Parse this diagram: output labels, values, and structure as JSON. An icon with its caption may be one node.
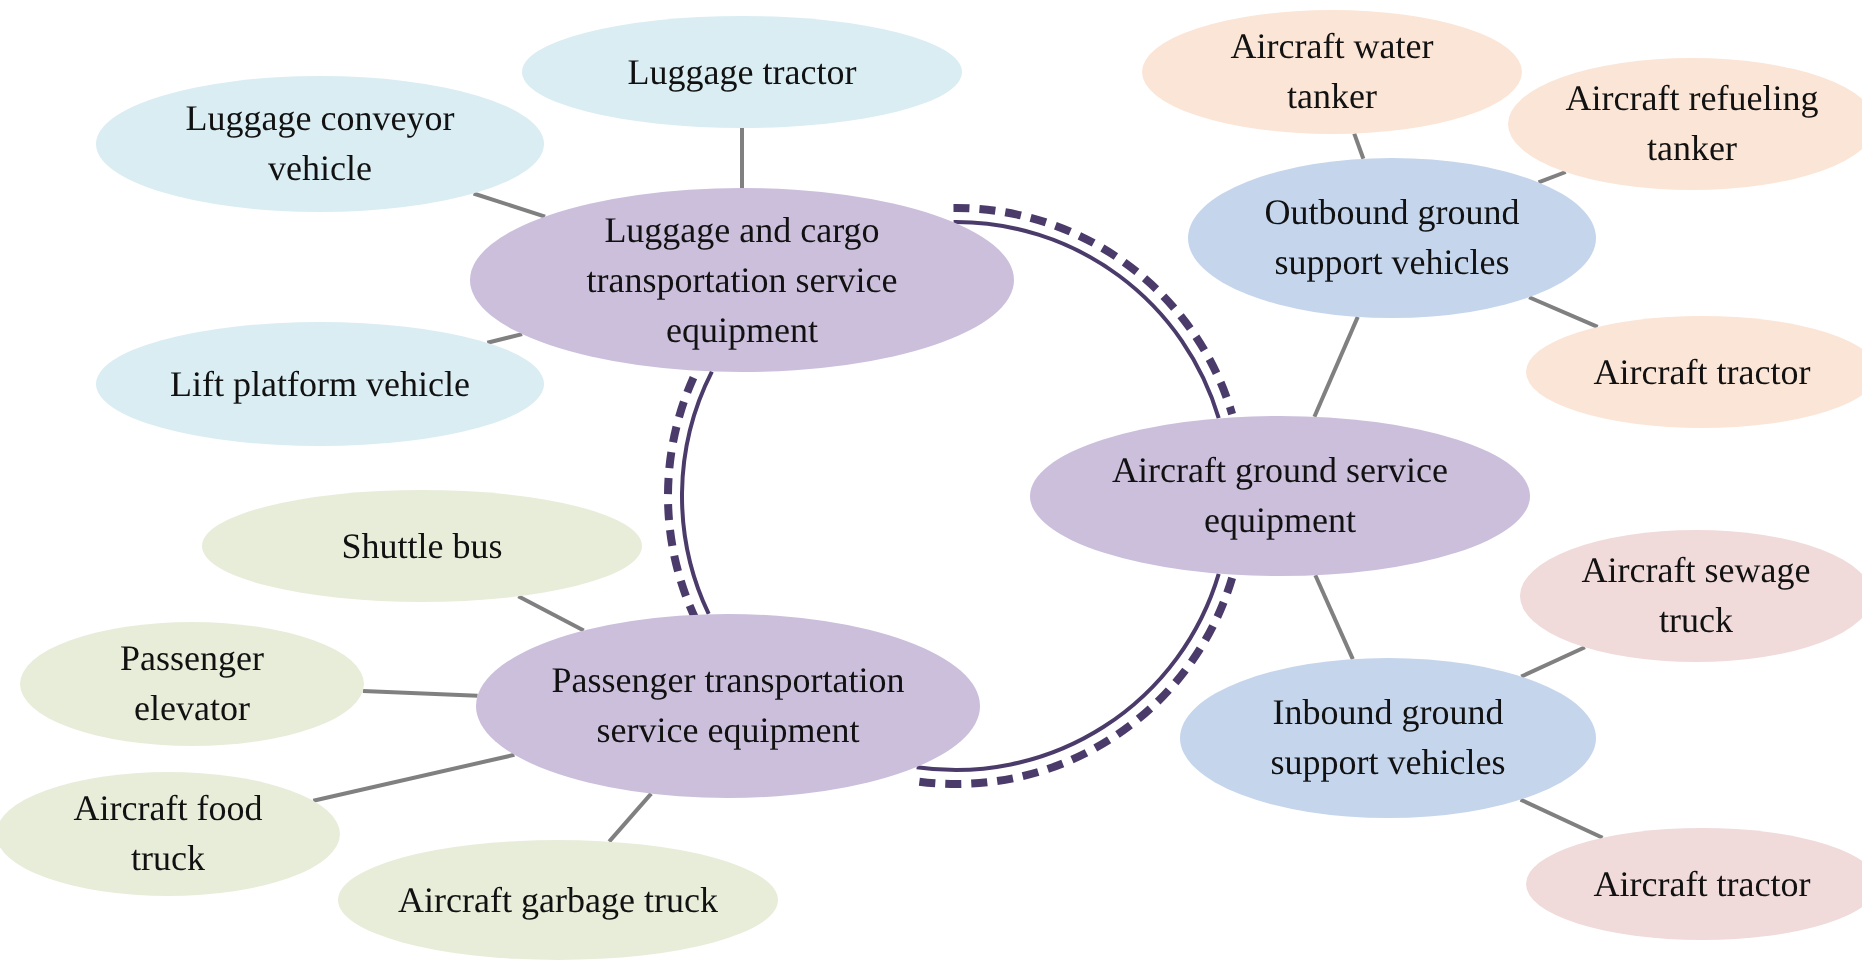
{
  "diagram": {
    "nodes": [
      {
        "text": [
          "Luggage tractor"
        ]
      },
      {
        "text": [
          "Luggage conveyor vehicle"
        ]
      },
      {
        "text": [
          "Luggage and cargo transportation service equipment"
        ]
      },
      {
        "text": [
          "Lift platform vehicle"
        ]
      },
      {
        "text": [
          "Aircraft water tanker"
        ]
      },
      {
        "text": [
          "Aircraft refueling tanker"
        ]
      },
      {
        "text": [
          "Outbound ground support vehicles"
        ]
      },
      {
        "text": [
          "Aircraft tractor"
        ]
      },
      {
        "text": [
          "Aircraft ground service equipment"
        ]
      },
      {
        "text": [
          "Shuttle bus"
        ]
      },
      {
        "text": [
          "Passenger elevator"
        ]
      },
      {
        "text": [
          "Passenger transportation service equipment"
        ]
      },
      {
        "text": [
          "Aircraft food truck"
        ]
      },
      {
        "text": [
          "Aircraft garbage truck"
        ]
      },
      {
        "text": [
          "Inbound ground support vehicles"
        ]
      },
      {
        "text": [
          "Aircraft sewage truck"
        ]
      },
      {
        "text": [
          "Aircraft tractor"
        ]
      }
    ],
    "edges": [
      {
        "from": 0,
        "to": 2,
        "arrow": "none"
      },
      {
        "from": 1,
        "to": 2,
        "arrow": "none"
      },
      {
        "from": 3,
        "to": 2,
        "arrow": "none"
      },
      {
        "from": 4,
        "to": 6,
        "arrow": "none"
      },
      {
        "from": 5,
        "to": 6,
        "arrow": "none"
      },
      {
        "from": 7,
        "to": 6,
        "arrow": "none"
      },
      {
        "from": 6,
        "to": 8,
        "arrow": "none"
      },
      {
        "from": 8,
        "to": 14,
        "arrow": "none"
      },
      {
        "from": 14,
        "to": 15,
        "arrow": "none"
      },
      {
        "from": 14,
        "to": 16,
        "arrow": "none"
      },
      {
        "from": 9,
        "to": 11,
        "arrow": "none"
      },
      {
        "from": 10,
        "to": 11,
        "arrow": "none"
      },
      {
        "from": 12,
        "to": 11,
        "arrow": "none"
      },
      {
        "from": 13,
        "to": 11,
        "arrow": "none"
      },
      {
        "from": 2,
        "to": 8,
        "arrow": "none",
        "style": "dashed",
        "color": "#4b3b6b"
      },
      {
        "from": 8,
        "to": 11,
        "arrow": "none",
        "style": "dashed",
        "color": "#4b3b6b"
      },
      {
        "from": 11,
        "to": 2,
        "arrow": "none",
        "style": "dashed",
        "color": "#4b3b6b"
      },
      {
        "from": 2,
        "to": 8,
        "arrow": "none",
        "color": "#4b3b6b"
      },
      {
        "from": 8,
        "to": 11,
        "arrow": "none",
        "color": "#4b3b6b"
      },
      {
        "from": 11,
        "to": 2,
        "arrow": "none",
        "color": "#4b3b6b"
      }
    ]
  }
}
